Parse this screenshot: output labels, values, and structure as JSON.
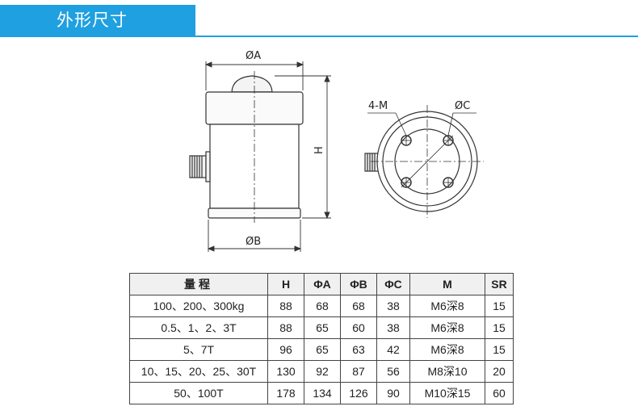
{
  "header": {
    "title": "外形尺寸",
    "accent_color": "#1fa0e0"
  },
  "drawing": {
    "label_phi_a": "ØA",
    "label_phi_b": "ØB",
    "label_h": "H",
    "label_4m": "4-M",
    "label_phi_c": "ØC"
  },
  "table": {
    "headers": [
      "量程",
      "H",
      "ΦA",
      "ΦB",
      "ΦC",
      "M",
      "SR"
    ],
    "rows": [
      [
        "100、200、300kg",
        "88",
        "68",
        "68",
        "38",
        "M6深8",
        "15"
      ],
      [
        "0.5、1、2、3T",
        "88",
        "65",
        "60",
        "38",
        "M6深8",
        "15"
      ],
      [
        "5、7T",
        "96",
        "65",
        "63",
        "42",
        "M6深8",
        "15"
      ],
      [
        "10、15、20、25、30T",
        "130",
        "92",
        "87",
        "56",
        "M8深10",
        "20"
      ],
      [
        "50、100T",
        "178",
        "134",
        "126",
        "90",
        "M10深15",
        "60"
      ]
    ]
  }
}
